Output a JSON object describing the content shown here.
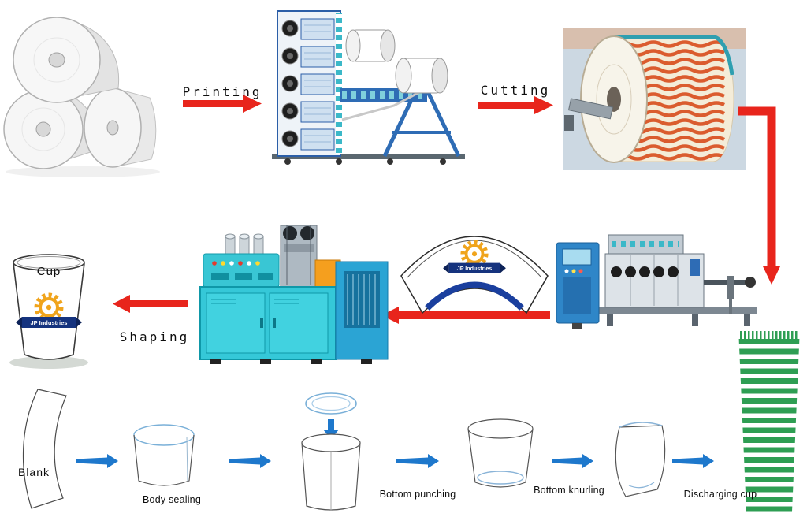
{
  "brand": {
    "name": "JP Industries"
  },
  "labels": {
    "printing": "Printing",
    "cutting": "Cutting",
    "shaping": "Shaping",
    "cup": "Cup",
    "blank": "Blank",
    "body_sealing": "Body sealing",
    "bottom_punching": "Bottom punching",
    "bottom_knurling": "Bottom knurling",
    "discharging_cup": "Discharging cup"
  },
  "colors": {
    "arrow_red": "#e8251c",
    "arrow_blue": "#1e78cc",
    "machine_teal": "#35c8d8",
    "cabinet_blue": "#2ba4d4",
    "printing_frame_blue": "#2b5ea7",
    "roll_pattern_orange": "#d85020",
    "stack_green": "#2e9e53",
    "logo_gear_orange": "#f0a41c",
    "logo_banner_blue": "#15337e"
  }
}
